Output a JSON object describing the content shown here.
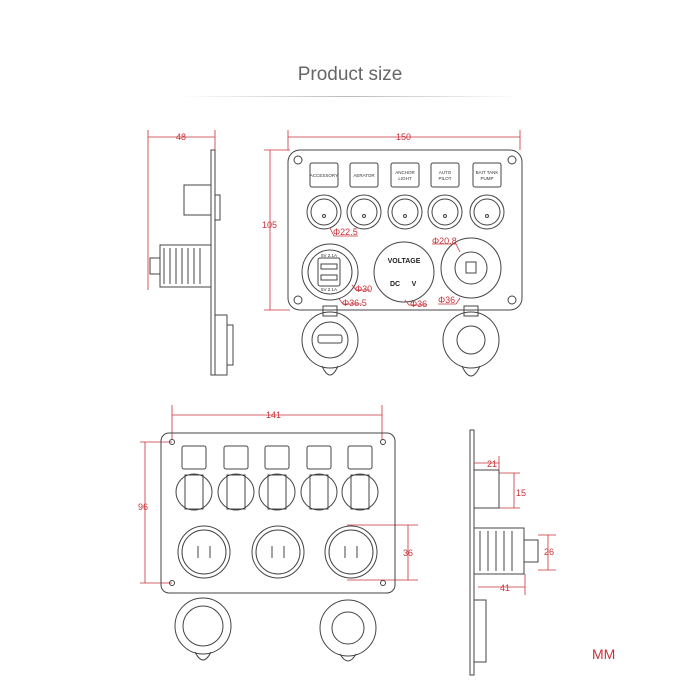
{
  "title": "Product size",
  "unit": "MM",
  "front_view": {
    "width": "150",
    "height": "105",
    "switch_labels": [
      [
        "ACCESSORY"
      ],
      [
        "AERATOR"
      ],
      [
        "ANCHOR",
        "LIGHT"
      ],
      [
        "AUTO",
        "PILOT"
      ],
      [
        "BAIT TANK",
        "PUMP"
      ]
    ],
    "switch_hole": "Φ22.5",
    "usb_labels": [
      "5V  2.1A",
      "5V  2.1A"
    ],
    "usb_inner": "Φ30",
    "usb_outer": "Φ36.5",
    "voltmeter_title": "VOLTAGE",
    "voltmeter_dc": "DC",
    "voltmeter_v": "V",
    "voltmeter_dia": "Φ36",
    "socket_inner": "Φ20.8",
    "socket_outer": "Φ36"
  },
  "side_view_top": {
    "depth": "48"
  },
  "back_view": {
    "width": "141",
    "height": "96",
    "socket": "36"
  },
  "side_view_bottom": {
    "d1": "21",
    "d2": "15",
    "d3": "26",
    "d4": "41"
  },
  "colors": {
    "dimension": "#c8323a",
    "outline": "#444444"
  }
}
